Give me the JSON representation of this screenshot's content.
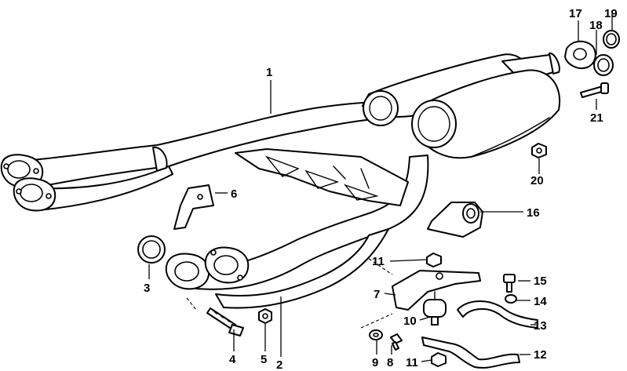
{
  "callouts": {
    "c1": "1",
    "c2": "2",
    "c3": "3",
    "c4": "4",
    "c5": "5",
    "c6": "6",
    "c7": "7",
    "c8": "8",
    "c9": "9",
    "c10": "10",
    "c11a": "11",
    "c11b": "11",
    "c12": "12",
    "c13": "13",
    "c14": "14",
    "c15": "15",
    "c16": "16",
    "c17": "17",
    "c18": "18",
    "c19": "19",
    "c20": "20",
    "c21": "21"
  },
  "colors": {
    "line": "#000000",
    "background": "#ffffff"
  }
}
